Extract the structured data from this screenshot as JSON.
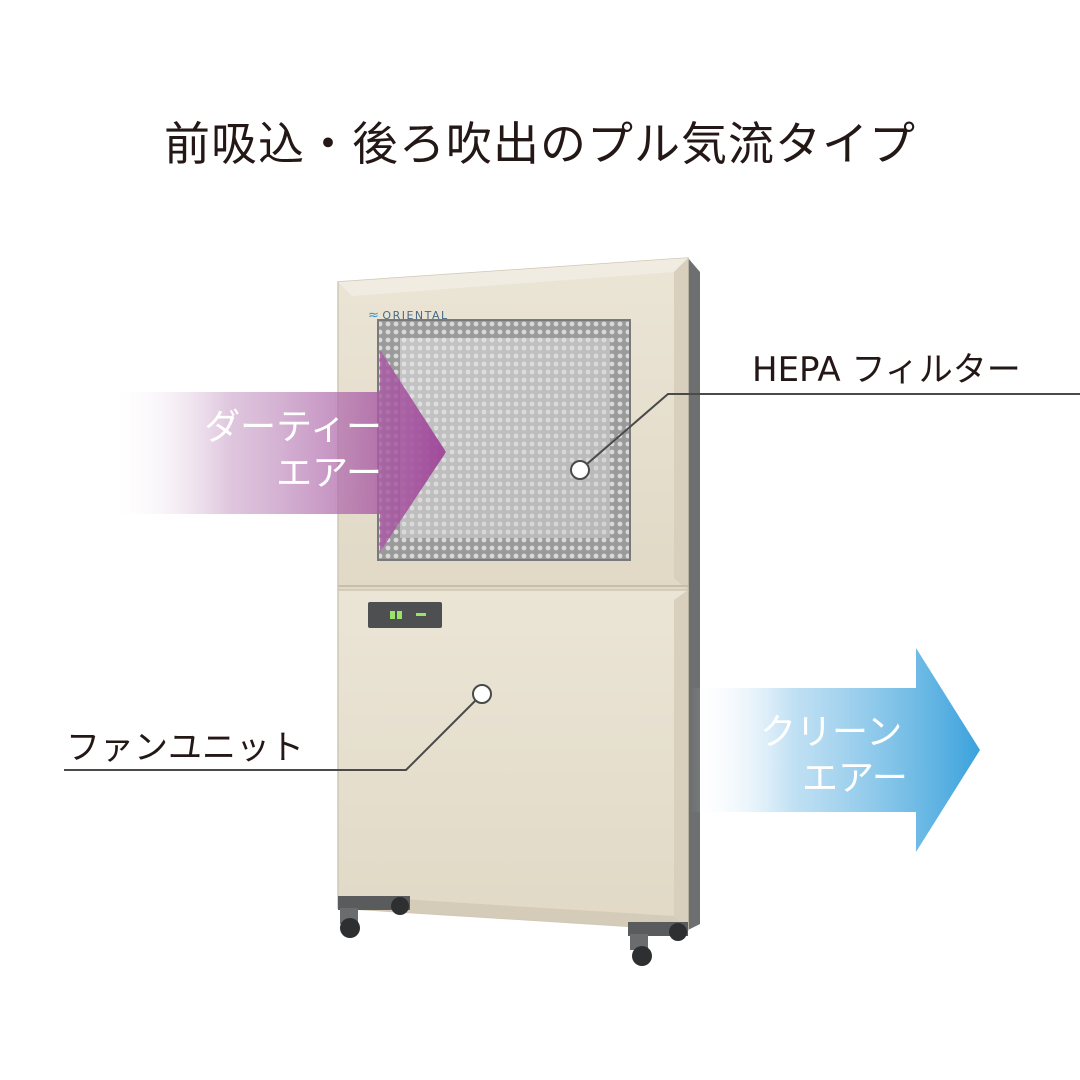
{
  "title": "前吸込・後ろ吹出のプル気流タイプ",
  "brand": "ORIENTAL",
  "labels": {
    "hepa_filter": "HEPA フィルター",
    "fan_unit": "ファンユニット"
  },
  "arrows": {
    "dirty_air": {
      "line1": "ダーティー",
      "line2": "エアー",
      "color": "#a04a9a"
    },
    "clean_air": {
      "line1": "クリーン",
      "line2": "エアー",
      "color": "#3aa2dc"
    }
  },
  "icons": {
    "logo": "oriental-wave-icon",
    "callout_markers": "callout-dot-icon"
  },
  "colors": {
    "cabinet_wood": "#e6dfcf",
    "cabinet_edge": "#d4ccba",
    "filter_grille": "#8e8e8e",
    "frame_dark": "#5a5a5a"
  }
}
